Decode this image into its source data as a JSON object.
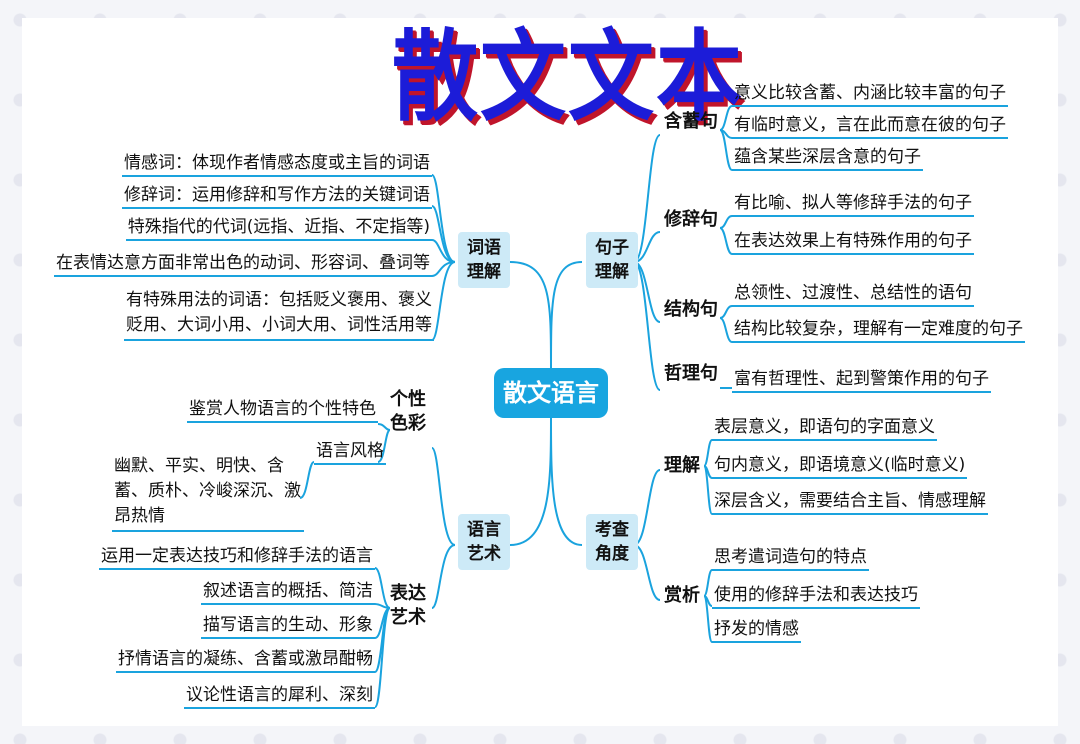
{
  "title": "散文文本",
  "center": "散文语言",
  "left": {
    "ciyu": {
      "label_1": "词语",
      "label_2": "理解",
      "items": [
        "情感词：体现作者情感态度或主旨的词语",
        "修辞词：运用修辞和写作方法的关键词语",
        "特殊指代的代词(远指、近指、不定指等)",
        "在表情达意方面非常出色的动词、形容词、叠词等",
        "有特殊用法的词语：包括贬义褒用、褒义贬用、大词小用、小词大用、词性活用等"
      ]
    },
    "yuyan": {
      "label_1": "语言",
      "label_2": "艺术",
      "gexing": {
        "label_1": "个性",
        "label_2": "色彩",
        "item": "鉴赏人物语言的个性特色",
        "fengge": "语言风格",
        "fengge_items": "幽默、平实、明快、含蓄、质朴、冷峻深沉、激昂热情"
      },
      "biaoda": {
        "label_1": "表达",
        "label_2": "艺术",
        "items": [
          "运用一定表达技巧和修辞手法的语言",
          "叙述语言的概括、简洁",
          "描写语言的生动、形象",
          "抒情语言的凝练、含蓄或激昂酣畅",
          "议论性语言的犀利、深刻"
        ]
      }
    }
  },
  "right": {
    "juzi": {
      "label_1": "句子",
      "label_2": "理解",
      "hanxu": {
        "label": "含蓄句",
        "items": [
          "意义比较含蓄、内涵比较丰富的句子",
          "有临时意义，言在此而意在彼的句子",
          "蕴含某些深层含意的句子"
        ]
      },
      "xiuci": {
        "label": "修辞句",
        "items": [
          "有比喻、拟人等修辞手法的句子",
          "在表达效果上有特殊作用的句子"
        ]
      },
      "jiegou": {
        "label": "结构句",
        "items": [
          "总领性、过渡性、总结性的语句",
          "结构比较复杂，理解有一定难度的句子"
        ]
      },
      "zheli": {
        "label": "哲理句",
        "items": [
          "富有哲理性、起到警策作用的句子"
        ]
      }
    },
    "kaocha": {
      "label_1": "考查",
      "label_2": "角度",
      "lijie": {
        "label": "理解",
        "items": [
          "表层意义，即语句的字面意义",
          "句内意义，即语境意义(临时意义)",
          "深层含义，需要结合主旨、情感理解"
        ]
      },
      "shangxi": {
        "label": "赏析",
        "items": [
          "思考遣词造句的特点",
          "使用的修辞手法和表达技巧",
          "抒发的情感"
        ]
      }
    }
  }
}
